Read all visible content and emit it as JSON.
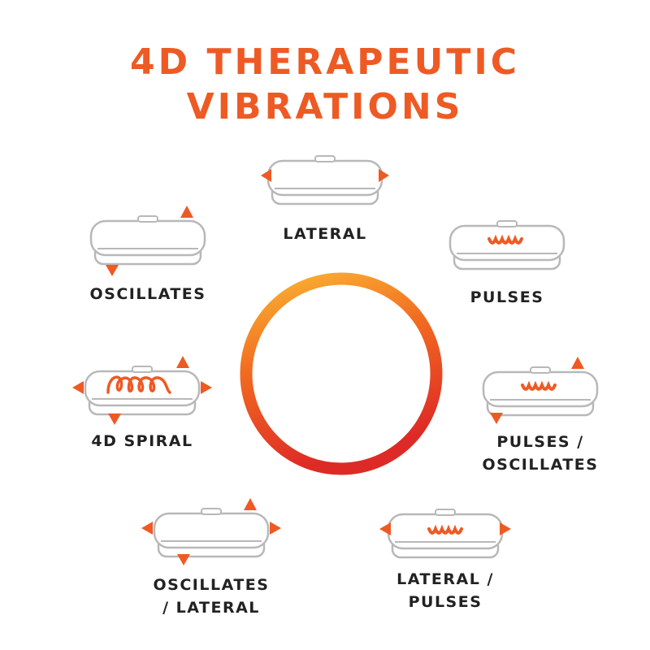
{
  "title": {
    "line1": "4D THERAPEUTIC",
    "line2": "VIBRATIONS"
  },
  "colors": {
    "accent": "#ee5a24",
    "ring_top": "#f9b633",
    "ring_mid": "#f26b21",
    "ring_bottom": "#de2a26",
    "outline": "#b8b8b8"
  },
  "modes": [
    {
      "id": "lateral",
      "label": "LATERAL"
    },
    {
      "id": "pulses",
      "label": "PULSES"
    },
    {
      "id": "pulses-oscillates",
      "label_line1": "PULSES /",
      "label_line2": "OSCILLATES"
    },
    {
      "id": "lateral-pulses",
      "label_line1": "LATERAL /",
      "label_line2": "PULSES"
    },
    {
      "id": "oscillates-lateral",
      "label_line1": "OSCILLATES",
      "label_line2": "/ LATERAL"
    },
    {
      "id": "4d-spiral",
      "label": "4D SPIRAL"
    },
    {
      "id": "oscillates",
      "label": "OSCILLATES"
    }
  ]
}
